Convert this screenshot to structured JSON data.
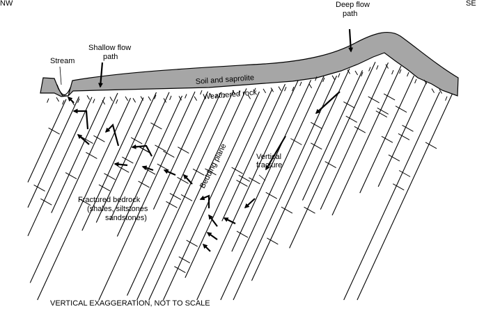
{
  "orientation": {
    "left": "NW",
    "right": "SE"
  },
  "labels": {
    "stream": "Stream",
    "shallow_flow_1": "Shallow flow",
    "shallow_flow_2": "path",
    "deep_flow_1": "Deep flow",
    "deep_flow_2": "path",
    "soil": "Soil and saprolite",
    "weathered": "Weathered rock",
    "bedding": "Bedding plane",
    "vertical_1": "Vertical",
    "vertical_2": "fracture",
    "bedrock_1": "Fractured bedrock",
    "bedrock_2": "(shales, siltstones",
    "bedrock_3": "sandstones)"
  },
  "caption": "VERTICAL EXAGGERATION, NOT TO SCALE",
  "colors": {
    "soil_fill": "#a6a6a6",
    "line": "#000000"
  }
}
